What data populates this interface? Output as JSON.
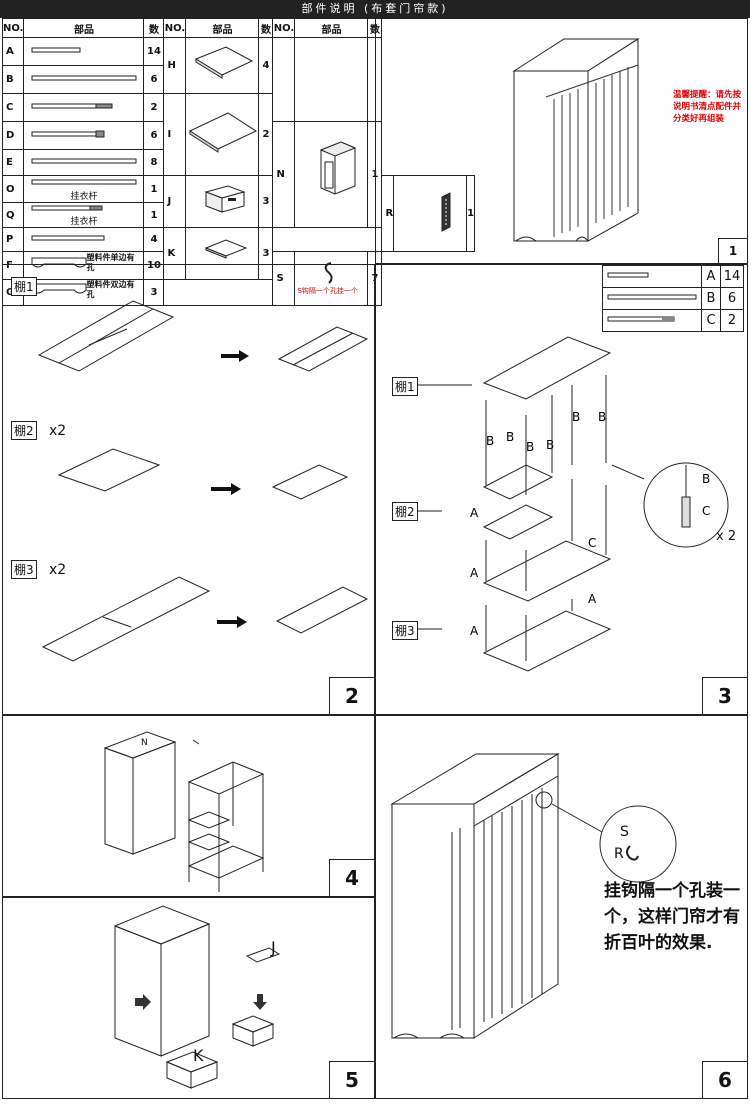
{
  "header": {
    "title": "部件说明",
    "subtitle": "(布套门帘款)"
  },
  "table": {
    "col_no": "NO.",
    "col_part": "部品",
    "col_count": "数",
    "group1": [
      {
        "no": "A",
        "count": "14",
        "note": ""
      },
      {
        "no": "B",
        "count": "6",
        "note": ""
      },
      {
        "no": "C",
        "count": "2",
        "note": ""
      },
      {
        "no": "D",
        "count": "6",
        "note": ""
      },
      {
        "no": "E",
        "count": "8",
        "note": ""
      },
      {
        "no": "O",
        "count": "1",
        "note": "挂衣杆"
      },
      {
        "no": "Q",
        "count": "1",
        "note": "挂衣杆"
      },
      {
        "no": "P",
        "count": "4",
        "note": ""
      },
      {
        "no": "F",
        "count": "10",
        "note": "塑料件单边有孔"
      },
      {
        "no": "G",
        "count": "3",
        "note": "塑料件双边有孔"
      }
    ],
    "group2": [
      {
        "no": "H",
        "count": "4"
      },
      {
        "no": "I",
        "count": "2"
      },
      {
        "no": "J",
        "count": "3"
      },
      {
        "no": "K",
        "count": "3"
      }
    ],
    "group3": [
      {
        "no": "N",
        "count": "1",
        "note": ""
      },
      {
        "no": "R",
        "count": "1",
        "note": ""
      },
      {
        "no": "S",
        "count": "7",
        "note": "S钩隔一个孔挂一个"
      }
    ]
  },
  "panel1": {
    "tip": "温馨提醒：请先按说明书清点配件并分类好再组装",
    "num": "1"
  },
  "panel2": {
    "num": "2",
    "shelf1": "棚1",
    "shelf2": "棚2",
    "shelf3": "棚3",
    "x2": "x2"
  },
  "panel3": {
    "num": "3",
    "mini": [
      {
        "no": "A",
        "count": "14"
      },
      {
        "no": "B",
        "count": "6"
      },
      {
        "no": "C",
        "count": "2"
      }
    ],
    "shelf1": "棚1",
    "shelf2": "棚2",
    "shelf3": "棚3",
    "x2": "x 2"
  },
  "panel4": {
    "num": "4",
    "label_n": "N"
  },
  "panel5": {
    "num": "5",
    "label_j": "J",
    "label_k": "K"
  },
  "panel6": {
    "num": "6",
    "label_s": "S",
    "label_r": "R",
    "note": "挂钩隔一个孔装一个，这样门帘才有折百叶的效果."
  }
}
